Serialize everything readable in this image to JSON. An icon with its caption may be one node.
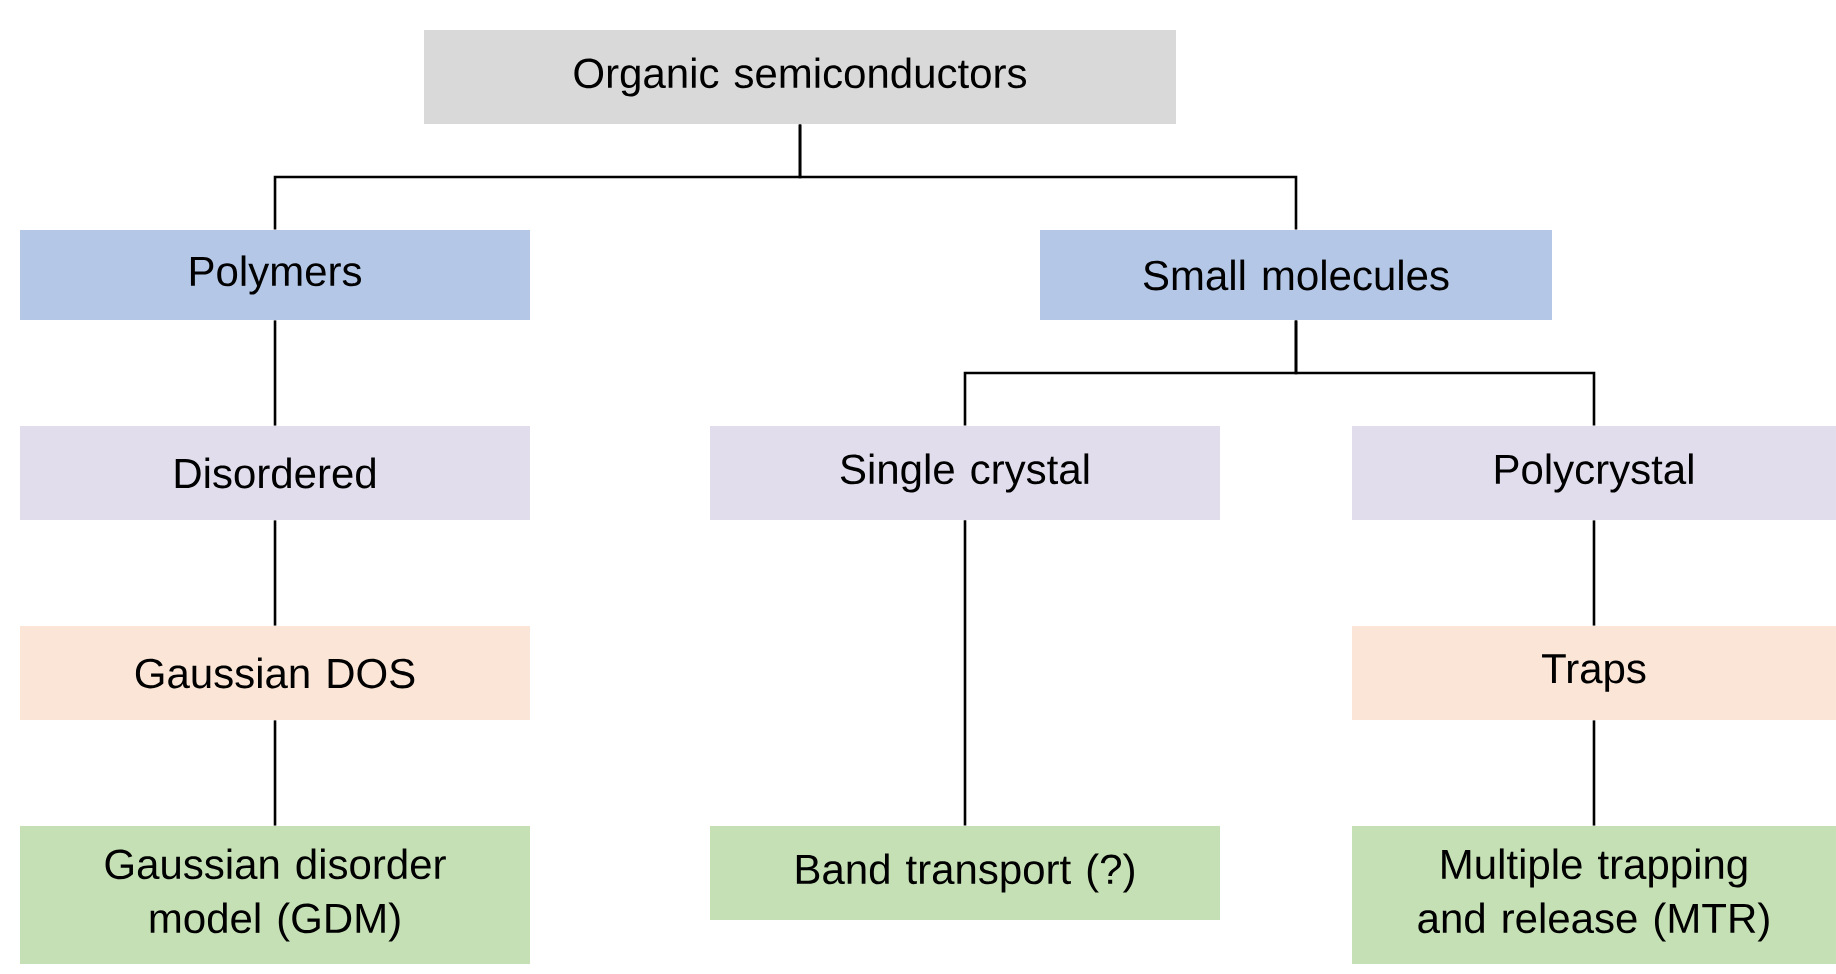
{
  "diagram": {
    "nodes": [
      {
        "text": [
          "Organic semiconductors"
        ]
      },
      {
        "text": [
          "Polymers"
        ]
      },
      {
        "text": [
          "Small molecules"
        ]
      },
      {
        "text": [
          "Disordered"
        ]
      },
      {
        "text": [
          "Single crystal"
        ]
      },
      {
        "text": [
          "Polycrystal"
        ]
      },
      {
        "text": [
          "Gaussian DOS"
        ]
      },
      {
        "text": [
          "Traps"
        ]
      },
      {
        "text": [
          "Gaussian disorder model (GDM)"
        ]
      },
      {
        "text": [
          "Band transport (?)"
        ]
      },
      {
        "text": [
          "Multiple trapping and release (MTR)"
        ]
      }
    ],
    "edges": [
      {
        "from": 0,
        "to": 1,
        "arrow": "none"
      },
      {
        "from": 0,
        "to": 2,
        "arrow": "none"
      },
      {
        "from": 1,
        "to": 3,
        "arrow": "none"
      },
      {
        "from": 3,
        "to": 6,
        "arrow": "none"
      },
      {
        "from": 6,
        "to": 8,
        "arrow": "none"
      },
      {
        "from": 2,
        "to": 4,
        "arrow": "none"
      },
      {
        "from": 2,
        "to": 5,
        "arrow": "none"
      },
      {
        "from": 4,
        "to": 9,
        "arrow": "none"
      },
      {
        "from": 5,
        "to": 7,
        "arrow": "none"
      },
      {
        "from": 7,
        "to": 10,
        "arrow": "none"
      }
    ]
  }
}
